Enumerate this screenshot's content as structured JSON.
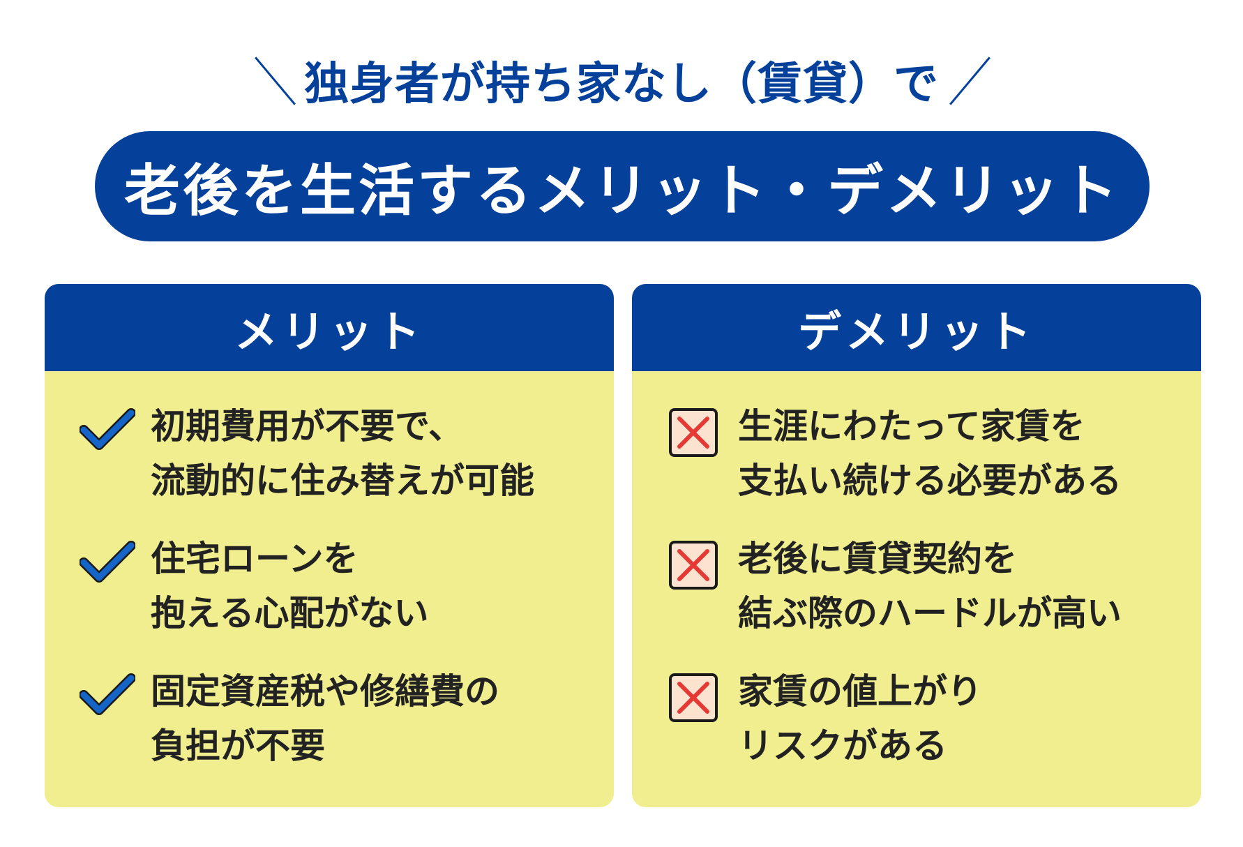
{
  "header": {
    "subtitle": "独身者が持ち家なし（賃貸）で",
    "title": "老後を生活するメリット・デメリット"
  },
  "merits": {
    "heading": "メリット",
    "items": [
      {
        "icon": "check-icon",
        "line1": "初期費用が不要で、",
        "line2": "流動的に住み替えが可能"
      },
      {
        "icon": "check-icon",
        "line1": "住宅ローンを",
        "line2": "抱える心配がない"
      },
      {
        "icon": "check-icon",
        "line1": "固定資産税や修繕費の",
        "line2": "負担が不要"
      }
    ]
  },
  "demerits": {
    "heading": "デメリット",
    "items": [
      {
        "icon": "cross-icon",
        "line1": "生涯にわたって家賃を",
        "line2": "支払い続ける必要がある"
      },
      {
        "icon": "cross-icon",
        "line1": "老後に賃貸契約を",
        "line2": "結ぶ際のハードルが高い"
      },
      {
        "icon": "cross-icon",
        "line1": "家賃の値上がり",
        "line2": "リスクがある"
      }
    ]
  },
  "colors": {
    "navy": "#05409a",
    "panel_bg": "#f0ee8e",
    "check_blue": "#1565c8",
    "cross_red": "#e53935",
    "cross_bg": "#fbe3cf"
  }
}
